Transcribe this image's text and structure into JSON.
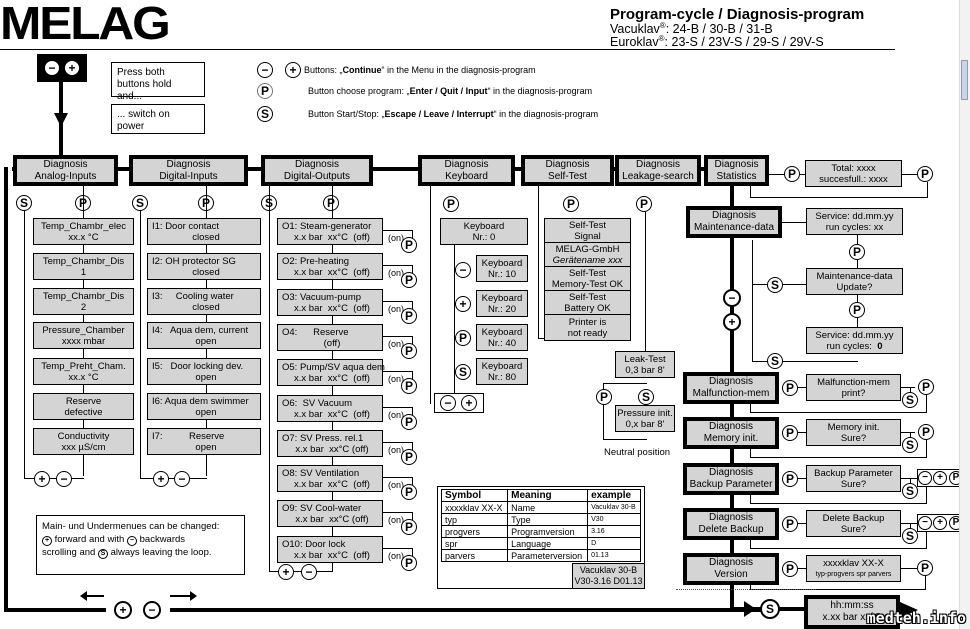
{
  "header": {
    "logo": "MELAG",
    "title": "Program-cycle / Diagnosis-program",
    "line1_brand": "Vacuklav",
    "line1_models": ": 24-B / 30-B / 31-B",
    "line2_brand": "Euroklav",
    "line2_models": ": 23-S / 23V-S / 29-S / 29V-S",
    "reg_mark": "®"
  },
  "start": {
    "buttons": [
      "−",
      "+"
    ],
    "note1": "Press both buttons hold and...",
    "note2": "... switch on power"
  },
  "legend": [
    {
      "icons": [
        "−",
        "+"
      ],
      "prefix": "Buttons: „",
      "bold": "Continue",
      "suffix": "“ in the Menu in the diagnosis-program"
    },
    {
      "icons": [
        "P"
      ],
      "prefix": "Button choose program: „",
      "bold": "Enter / Quit / Input",
      "suffix": "“ in the diagnosis-program"
    },
    {
      "icons": [
        "S"
      ],
      "prefix": "Button Start/Stop: „",
      "bold": "Escape / Leave / Interrupt",
      "suffix": "“ in the diagnosis-program"
    }
  ],
  "symbols": {
    "minus": "−",
    "plus": "+",
    "p": "P",
    "s": "S",
    "on": "(on)"
  },
  "menus": {
    "analog": {
      "title": [
        "Diagnosis",
        "Analog-Inputs"
      ],
      "items": [
        [
          "Temp_Chambr_elec",
          "xx.x °C"
        ],
        [
          "Temp_Chambr_Dis",
          "1"
        ],
        [
          "Temp_Chambr_Dis",
          "2"
        ],
        [
          "Pressure_Chamber",
          "xxxx mbar"
        ],
        [
          "Temp_Preht_Cham.",
          "xx.x °C"
        ],
        [
          "Reserve",
          "defective"
        ],
        [
          "Conductivity",
          "xxx µS/cm"
        ]
      ]
    },
    "digital_in": {
      "title": [
        "Diagnosis",
        "Digital-Inputs"
      ],
      "items": [
        [
          "I1: Door contact",
          "closed"
        ],
        [
          "I2: OH protector SG",
          "closed"
        ],
        [
          "I3:     Cooling water",
          "closed"
        ],
        [
          "I4:   Aqua dem, current",
          "open"
        ],
        [
          "I5:   Door locking dev.",
          "open"
        ],
        [
          "I6: Aqua dem swimmer",
          "open"
        ],
        [
          "I7:          Reserve",
          "open"
        ]
      ]
    },
    "digital_out": {
      "title": [
        "Diagnosis",
        "Digital-Outputs"
      ],
      "items": [
        [
          "O1: Steam-generator",
          "x.x bar  xx°C  (off)"
        ],
        [
          "O2: Pre-heating",
          "x.x bar  xx°C  (off)"
        ],
        [
          "O3: Vacuum-pump",
          "x.x bar  xx°C  (off)"
        ],
        [
          "O4:      Reserve",
          "(off)"
        ],
        [
          "O5: Pump/SV aqua dem",
          "x.x bar  xx°C  (off)"
        ],
        [
          "O6:  SV Vacuum",
          "x.x bar  xx°C  (off)"
        ],
        [
          "O7: SV Press. rel.1",
          "x.x bar  xx°C (off)"
        ],
        [
          "O8: SV Ventilation",
          "x.x bar  xx°C  (off)"
        ],
        [
          "O9: SV Cool-water",
          "x.x bar  xx°C (off)"
        ],
        [
          "O10: Door lock",
          "x.x bar  xx°C  (off)"
        ]
      ]
    },
    "keyboard": {
      "title": [
        "Diagnosis",
        "Keyboard"
      ],
      "main": [
        "Keyboard",
        "Nr.: 0"
      ],
      "items": [
        {
          "key": "−",
          "text": [
            "Keyboard",
            "Nr.: 10"
          ]
        },
        {
          "key": "+",
          "text": [
            "Keyboard",
            "Nr.: 20"
          ]
        },
        {
          "key": "P",
          "text": [
            "Keyboard",
            "Nr.: 40"
          ]
        },
        {
          "key": "S",
          "text": [
            "Keyboard",
            "Nr.: 80"
          ]
        }
      ]
    },
    "selftest": {
      "title": [
        "Diagnosis",
        "Self-Test"
      ],
      "items": [
        [
          "Self-Test",
          "Signal"
        ],
        [
          "MELAG-GmbH",
          "Gerätename xxx"
        ],
        [
          "Self-Test",
          "Memory-Test OK"
        ],
        [
          "Self-Test",
          "Battery OK"
        ],
        [
          "Printer is",
          "not ready"
        ]
      ]
    },
    "leakage": {
      "title": [
        "Diagnosis",
        "Leakage-search"
      ],
      "leak_test": [
        "Leak-Test",
        "0,3 bar 8'"
      ],
      "pressure_init": [
        "Pressure init.",
        "0,x bar 8'"
      ],
      "neutral": "Neutral position"
    },
    "statistics": {
      "title": [
        "Diagnosis",
        "Statistics"
      ],
      "value": [
        "Total:    xxxx",
        "succesfull.:  xxxx"
      ]
    },
    "maintenance": {
      "title": [
        "Diagnosis",
        "Maintenance-data"
      ],
      "service": [
        "Service: dd.mm.yy",
        "run cycles:  xx"
      ],
      "update": [
        "Maintenance-data",
        "Update?"
      ],
      "service_reset": [
        "Service: dd.mm.yy",
        "run cycles:  ",
        "0"
      ]
    },
    "malfunction": {
      "title": [
        "Diagnosis",
        "Malfunction-mem"
      ],
      "prompt": [
        "Malfunction-mem",
        "print?"
      ]
    },
    "memory": {
      "title": [
        "Diagnosis",
        "Memory init."
      ],
      "prompt": [
        "Memory init.",
        "Sure?"
      ]
    },
    "backup": {
      "title": [
        "Diagnosis",
        "Backup Parameter"
      ],
      "prompt": [
        "Backup Parameter",
        "Sure?"
      ]
    },
    "delete_backup": {
      "title": [
        "Diagnosis",
        "Delete Backup"
      ],
      "prompt": [
        "Delete Backup",
        "Sure?"
      ]
    },
    "version": {
      "title": [
        "Diagnosis",
        "Version"
      ],
      "value": [
        "xxxxklav XX-X",
        "typ-progvers spr parvers"
      ]
    },
    "final": [
      "hh:mm:ss",
      "x.xx bar  xx°C"
    ]
  },
  "info_note": {
    "line1": "Main- und Undermenues can be changed:",
    "line2a": " forward and with ",
    "line2b": " backwards",
    "line3a": "scrolling and ",
    "line3b": " always leaving the loop."
  },
  "symbol_table": {
    "headers": [
      "Symbol",
      "Meaning",
      "example"
    ],
    "rows": [
      [
        "xxxxklav XX-X",
        "Name",
        "Vacuklav 30-B"
      ],
      [
        "typ",
        "Type",
        "V30"
      ],
      [
        "progvers",
        "Programversion",
        "3.16"
      ],
      [
        "spr",
        "Language",
        "D"
      ],
      [
        "parvers",
        "Parameterversion",
        "01.13"
      ]
    ],
    "example_display": [
      "Vacuklav 30-B",
      "V30-3.16 D01.13"
    ]
  },
  "watermark": "medteh.info"
}
